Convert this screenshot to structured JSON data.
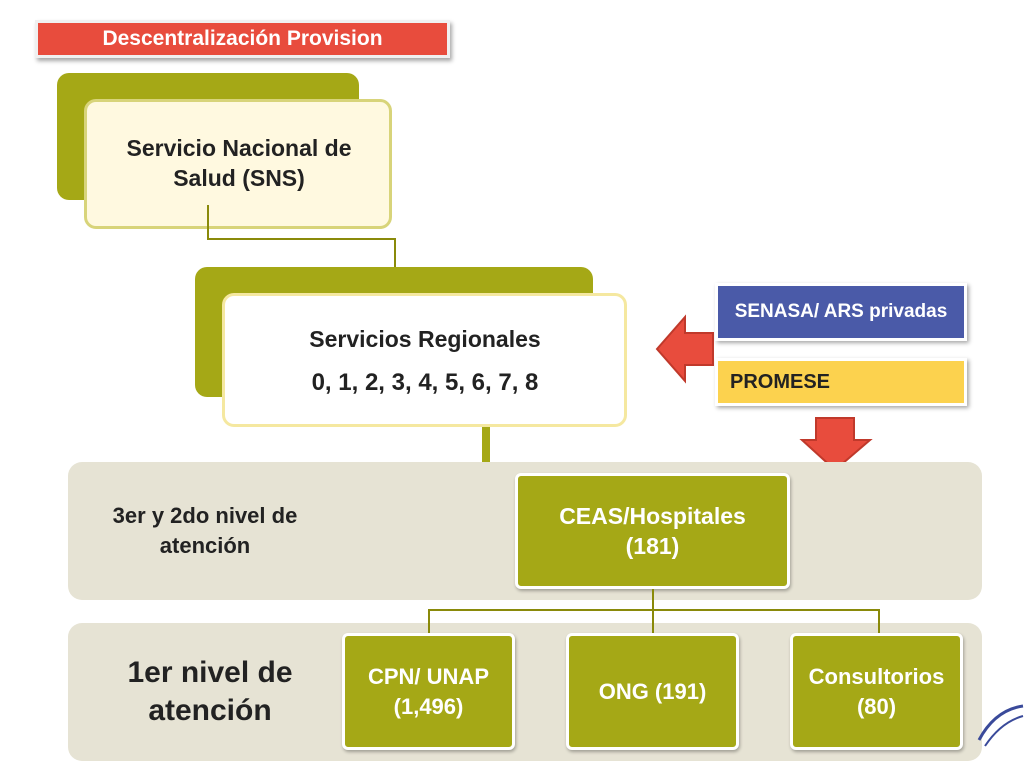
{
  "title": "Descentralización Provision",
  "sns": {
    "label": "Servicio Nacional de Salud (SNS)"
  },
  "regional": {
    "label": "Servicios Regionales",
    "numbers": "0, 1, 2, 3, 4, 5, 6, 7, 8"
  },
  "side": {
    "senasa": "SENASA/ ARS privadas",
    "promese": "PROMESE"
  },
  "levels": {
    "second_third": "3er y 2do nivel de atención",
    "first": "1er nivel de atención"
  },
  "nodes": {
    "ceas": "CEAS/Hospitales (181)",
    "cpn": "CPN/ UNAP (1,496)",
    "ong": "ONG (191)",
    "consultorios": "Consultorios (80)"
  },
  "colors": {
    "banner": "#e84c3d",
    "olive": "#a5a816",
    "senasa": "#4a5aa8",
    "promese": "#fcd24e",
    "arrow": "#e84c3d"
  }
}
